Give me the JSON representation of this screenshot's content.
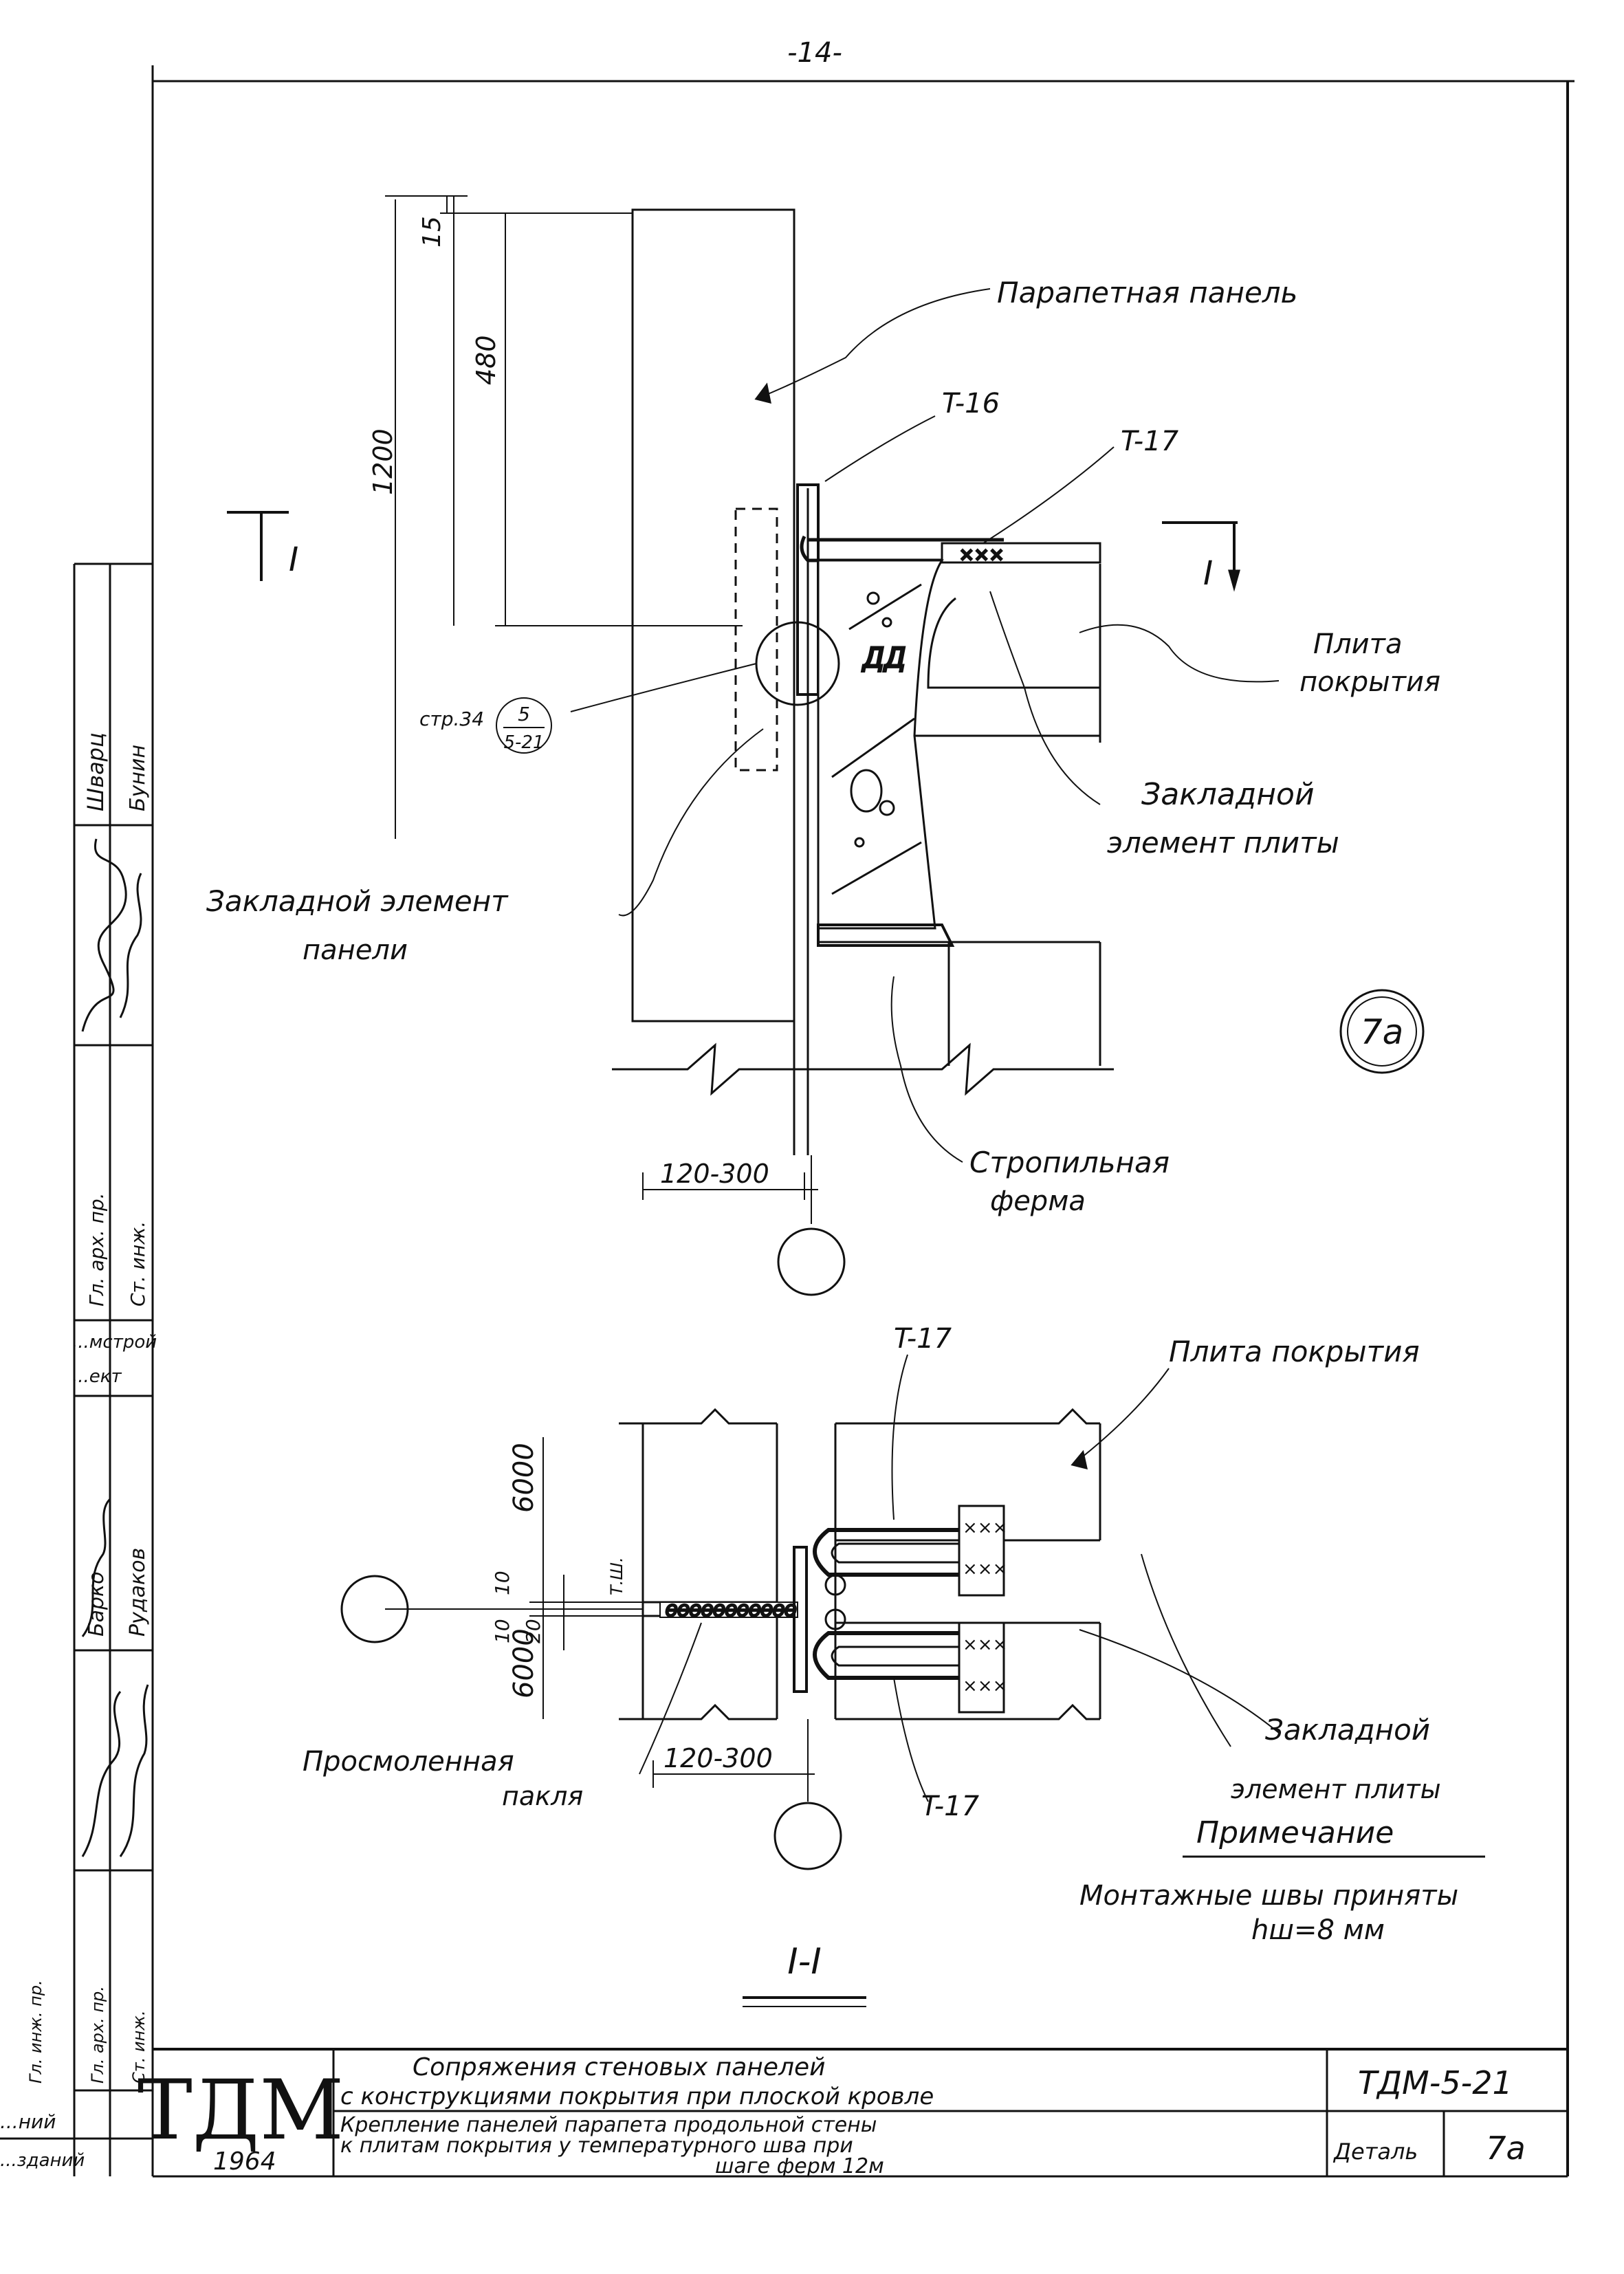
{
  "page_number": "-14-",
  "labels": {
    "parapet_panel": "Парапетная панель",
    "t16": "T-16",
    "t17_top": "T-17",
    "roof_slab": "Плита",
    "roof_slab_2": "покрытия",
    "embed_slab_1": "Закладной",
    "embed_slab_2": "элемент плиты",
    "embed_panel_1": "Закладной элемент",
    "embed_panel_2": "панели",
    "truss_1": "Стропильная",
    "truss_2": "ферма",
    "ref_page": "стр.34",
    "ref_num": "5",
    "ref_den": "5-21",
    "section_mark": "I",
    "detail_mark": "7a",
    "span_top": "120-300",
    "t17_bottom_a": "T-17",
    "t17_bottom_b": "T-17",
    "roof_slab_bottom": "Плита покрытия",
    "embed_bottom_1": "Закладной",
    "embed_bottom_2": "элемент плиты",
    "tarred_1": "Просмоленная",
    "tarred_2": "пакля",
    "span_bottom": "120-300",
    "tsh": "Т.Ш.",
    "section_title": "I-I",
    "note_title": "Примечание",
    "note_1": "Монтажные швы приняты",
    "note_2": "hш=8 мм"
  },
  "dimensions": {
    "d15": "15",
    "d480": "480",
    "d1200": "1200",
    "d6000_top": "6000",
    "d6000_bottom": "6000",
    "d10_a": "10",
    "d10_b": "10",
    "d20": "20"
  },
  "side_stamp": {
    "cells": [
      "Шварц",
      "Бунин",
      "Гл. арх. пр.",
      "Ст. инж.",
      "...мстрой",
      "...ект",
      "Барко",
      "Рудаков",
      "Гл. инж. пр.",
      "Гл. арх. пр.",
      "Ст. инж.",
      "...ний",
      "...зданий"
    ]
  },
  "title_block": {
    "logo": "ТДМ",
    "year": "1964",
    "title_1": "Сопряжения стеновых панелей",
    "title_2": "с конструкциями покрытия при плоской кровле",
    "desc_1": "Крепление панелей парапета продольной стены",
    "desc_2": "к плитам покрытия у температурного шва при",
    "desc_3": "шаге ферм 12м",
    "code": "ТДМ-5-21",
    "detail_label": "Деталь",
    "detail_value": "7a"
  }
}
